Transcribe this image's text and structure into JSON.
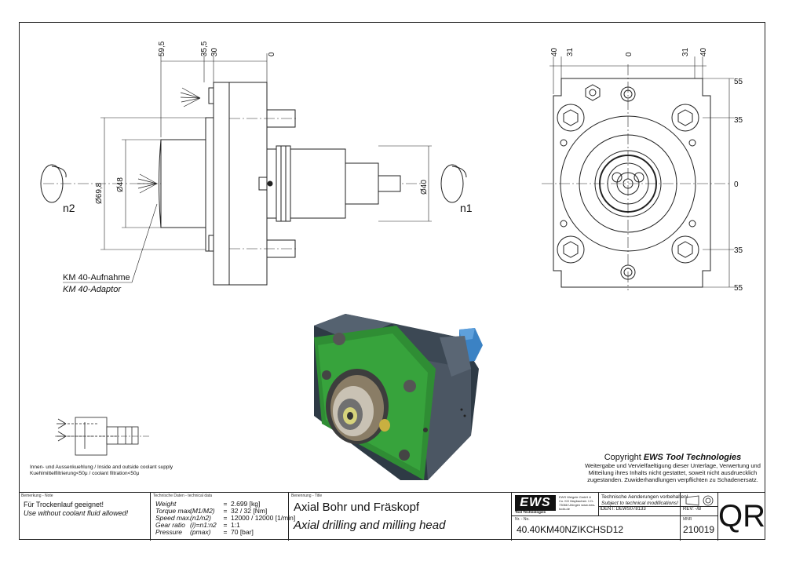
{
  "left_view": {
    "dims_top": [
      "59,5",
      "35,5",
      "30",
      "0"
    ],
    "dia_outer": "Ø69,8",
    "dia_inner": "Ø48",
    "dia_shaft": "Ø40",
    "rot_in": "n2",
    "rot_out": "n1",
    "callout_de": "KM 40-Aufnahme",
    "callout_en": "KM 40-Adaptor"
  },
  "right_view": {
    "dims_top": [
      "40",
      "31",
      "0",
      "31",
      "40"
    ],
    "dims_right": [
      "55",
      "35",
      "0",
      "35",
      "55"
    ]
  },
  "coolant": {
    "line1": "Innen- und Aussenkuehlung / Inside and outside coolant supply",
    "line2": "Kuehlmittelfiltrierung<50μ / coolant filtration<50μ"
  },
  "copyright": {
    "heading_pre": "Copyright ",
    "heading_brand": "EWS Tool Technologies",
    "body": "Weitergabe und Vervielfaeltigung dieser Unterlage, Verwertung und Mitteilung ihres Inhalts nicht gestattet, soweit nicht ausdruecklich zugestanden. Zuwiderhandlungen verpflichten zu Schadenersatz."
  },
  "title_block": {
    "note_label": "Bemerkung - Note",
    "note_de": "Für Trockenlauf geeignet!",
    "note_en": "Use without coolant fluid allowed!",
    "tech_label": "Technische Daten - technical data",
    "tech_rows": [
      {
        "k": "Weight",
        "u": "",
        "v": "2.699 [kg]"
      },
      {
        "k": "Torque max.",
        "u": "(M1/M2)",
        "v": "32 / 32 [Nm]"
      },
      {
        "k": "Speed max.",
        "u": "(n1/n2)",
        "v": "12000 / 12000 [1/min]"
      },
      {
        "k": "Gear ratio",
        "u": "(i)=n1:n2",
        "v": "1:1"
      },
      {
        "k": "Pressure",
        "u": "(pmax)",
        "v": "70 [bar]"
      }
    ],
    "title_label": "Benennung - Title",
    "title_de": "Axial Bohr und Fräskopf",
    "title_en": "Axial drilling and milling head",
    "logo": "EWS",
    "logo_sub": "Tool Technologies",
    "address": "EWS Weigele GmbH & Co. KG Maybachstr. 1 D-73066 Uhingen www.ews-tools.de",
    "mod_de": "Technische Aenderungen vorbehalten!",
    "mod_en": "Subject to technical modifications!",
    "ident": "IDENT:  DEWS078133",
    "rev": "REV:  -/B",
    "nr_label": "Nr. - No.",
    "nr": "40.40KM40NZIKCHSD12",
    "mnr_label": "MNR",
    "mnr": "210019",
    "qr": "QR"
  }
}
